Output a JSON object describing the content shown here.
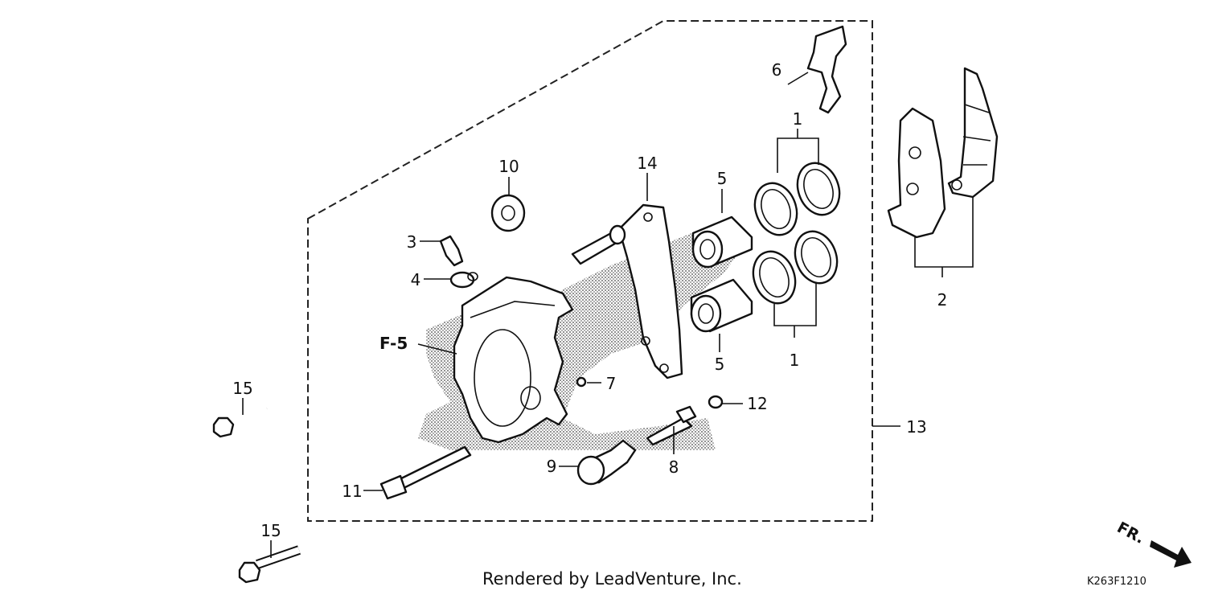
{
  "diagram": {
    "callouts": {
      "c1_top": "1",
      "c1_bottom": "1",
      "c2": "2",
      "c3": "3",
      "c4": "4",
      "c5_top": "5",
      "c5_bottom": "5",
      "c6": "6",
      "c7": "7",
      "c8": "8",
      "c9": "9",
      "c10": "10",
      "c11": "11",
      "c12": "12",
      "c13": "13",
      "c14": "14",
      "c15_top": "15",
      "c15_bottom": "15"
    },
    "reference": "F-5",
    "direction_label": "FR.",
    "footer": "Rendered by LeadVenture, Inc.",
    "diagram_code": "K263F1210"
  }
}
